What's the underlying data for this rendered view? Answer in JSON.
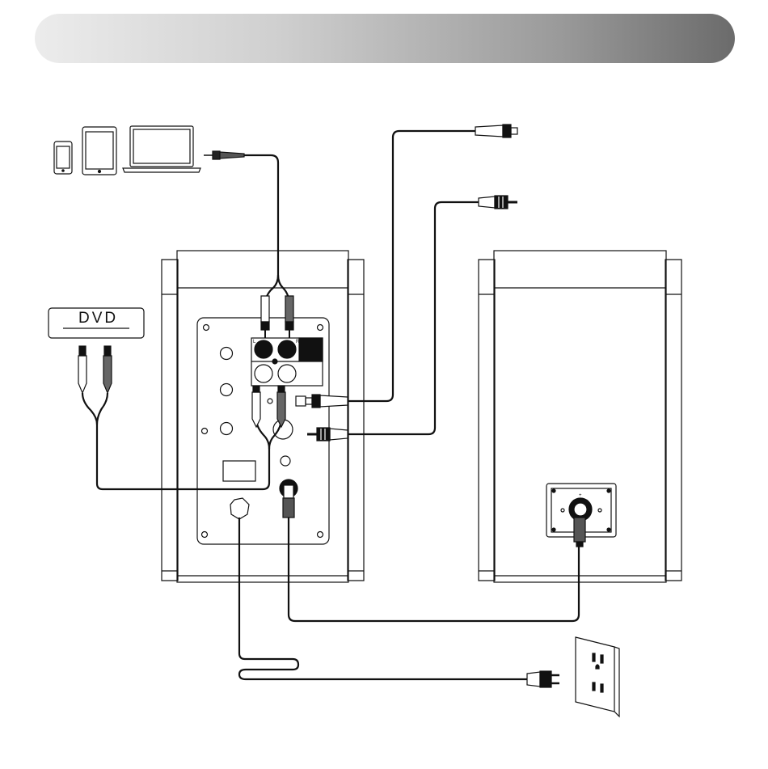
{
  "header": {
    "title": ""
  },
  "devices": {
    "dvd_label": "DVD"
  },
  "left_speaker": {
    "rca_in_left_label": "L",
    "rca_in_right_label": "R"
  },
  "right_speaker": {
    "grip_label": "+"
  },
  "icons": [
    "smartphone-icon",
    "tablet-icon",
    "laptop-icon",
    "dvd-player-icon",
    "wall-outlet-icon",
    "power-plug-icon",
    "optical-connector-icon",
    "coaxial-connector-icon"
  ]
}
